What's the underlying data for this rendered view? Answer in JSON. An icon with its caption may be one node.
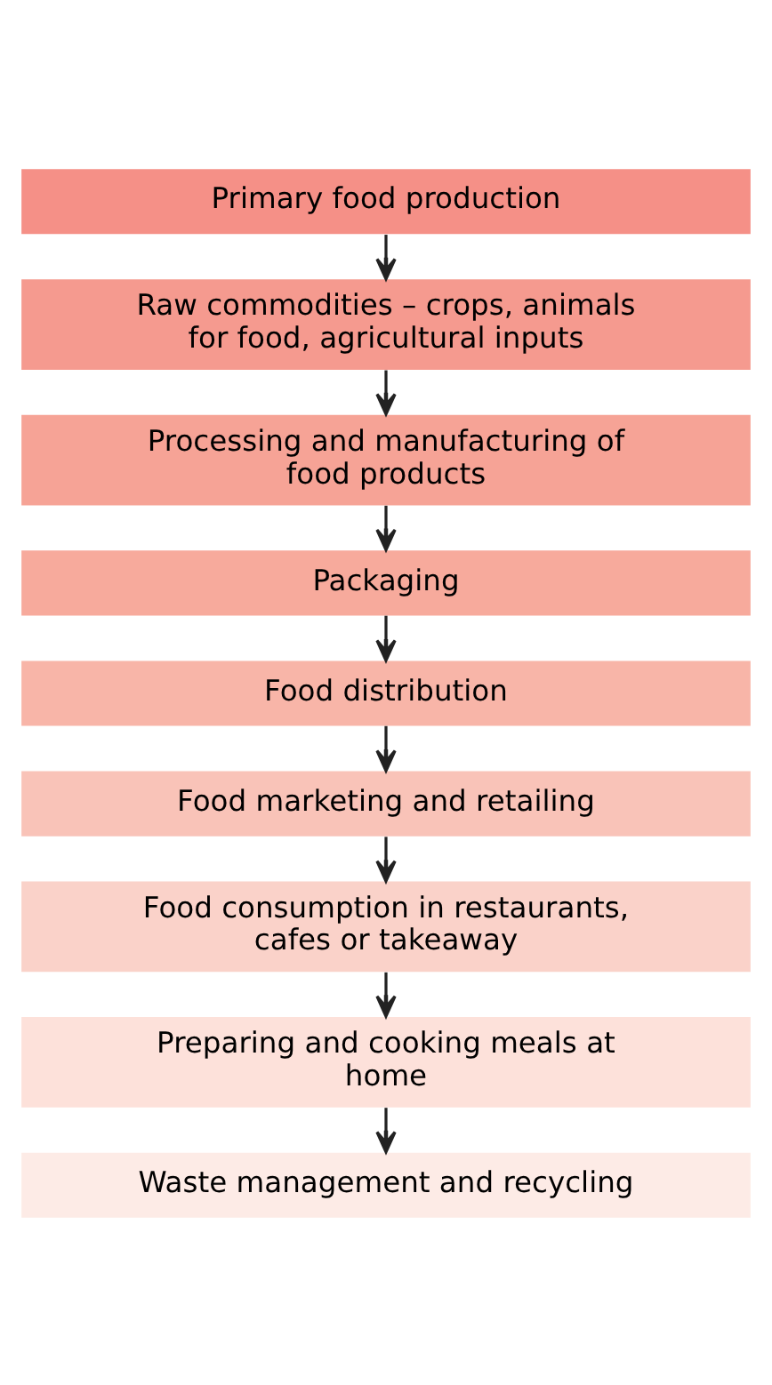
{
  "diagram": {
    "nodes": [
      {
        "text": [
          "Primary food production"
        ]
      },
      {
        "text": [
          "Raw commodities – crops, animals for food, agricultural inputs"
        ]
      },
      {
        "text": [
          "Processing and manufacturing of food products"
        ]
      },
      {
        "text": [
          "Packaging"
        ]
      },
      {
        "text": [
          "Food distribution"
        ]
      },
      {
        "text": [
          "Food marketing and retailing"
        ]
      },
      {
        "text": [
          "Food consumption in restaurants, cafes or takeaway"
        ]
      },
      {
        "text": [
          "Preparing and cooking meals at home"
        ]
      },
      {
        "text": [
          "Waste management and recycling"
        ]
      }
    ],
    "edges": [
      {
        "from": 0,
        "to": 1,
        "arrow": "to"
      },
      {
        "from": 1,
        "to": 2,
        "arrow": "to"
      },
      {
        "from": 2,
        "to": 3,
        "arrow": "to"
      },
      {
        "from": 3,
        "to": 4,
        "arrow": "to"
      },
      {
        "from": 4,
        "to": 5,
        "arrow": "to"
      },
      {
        "from": 5,
        "to": 6,
        "arrow": "to"
      },
      {
        "from": 6,
        "to": 7,
        "arrow": "to"
      },
      {
        "from": 7,
        "to": 8,
        "arrow": "to"
      }
    ]
  }
}
